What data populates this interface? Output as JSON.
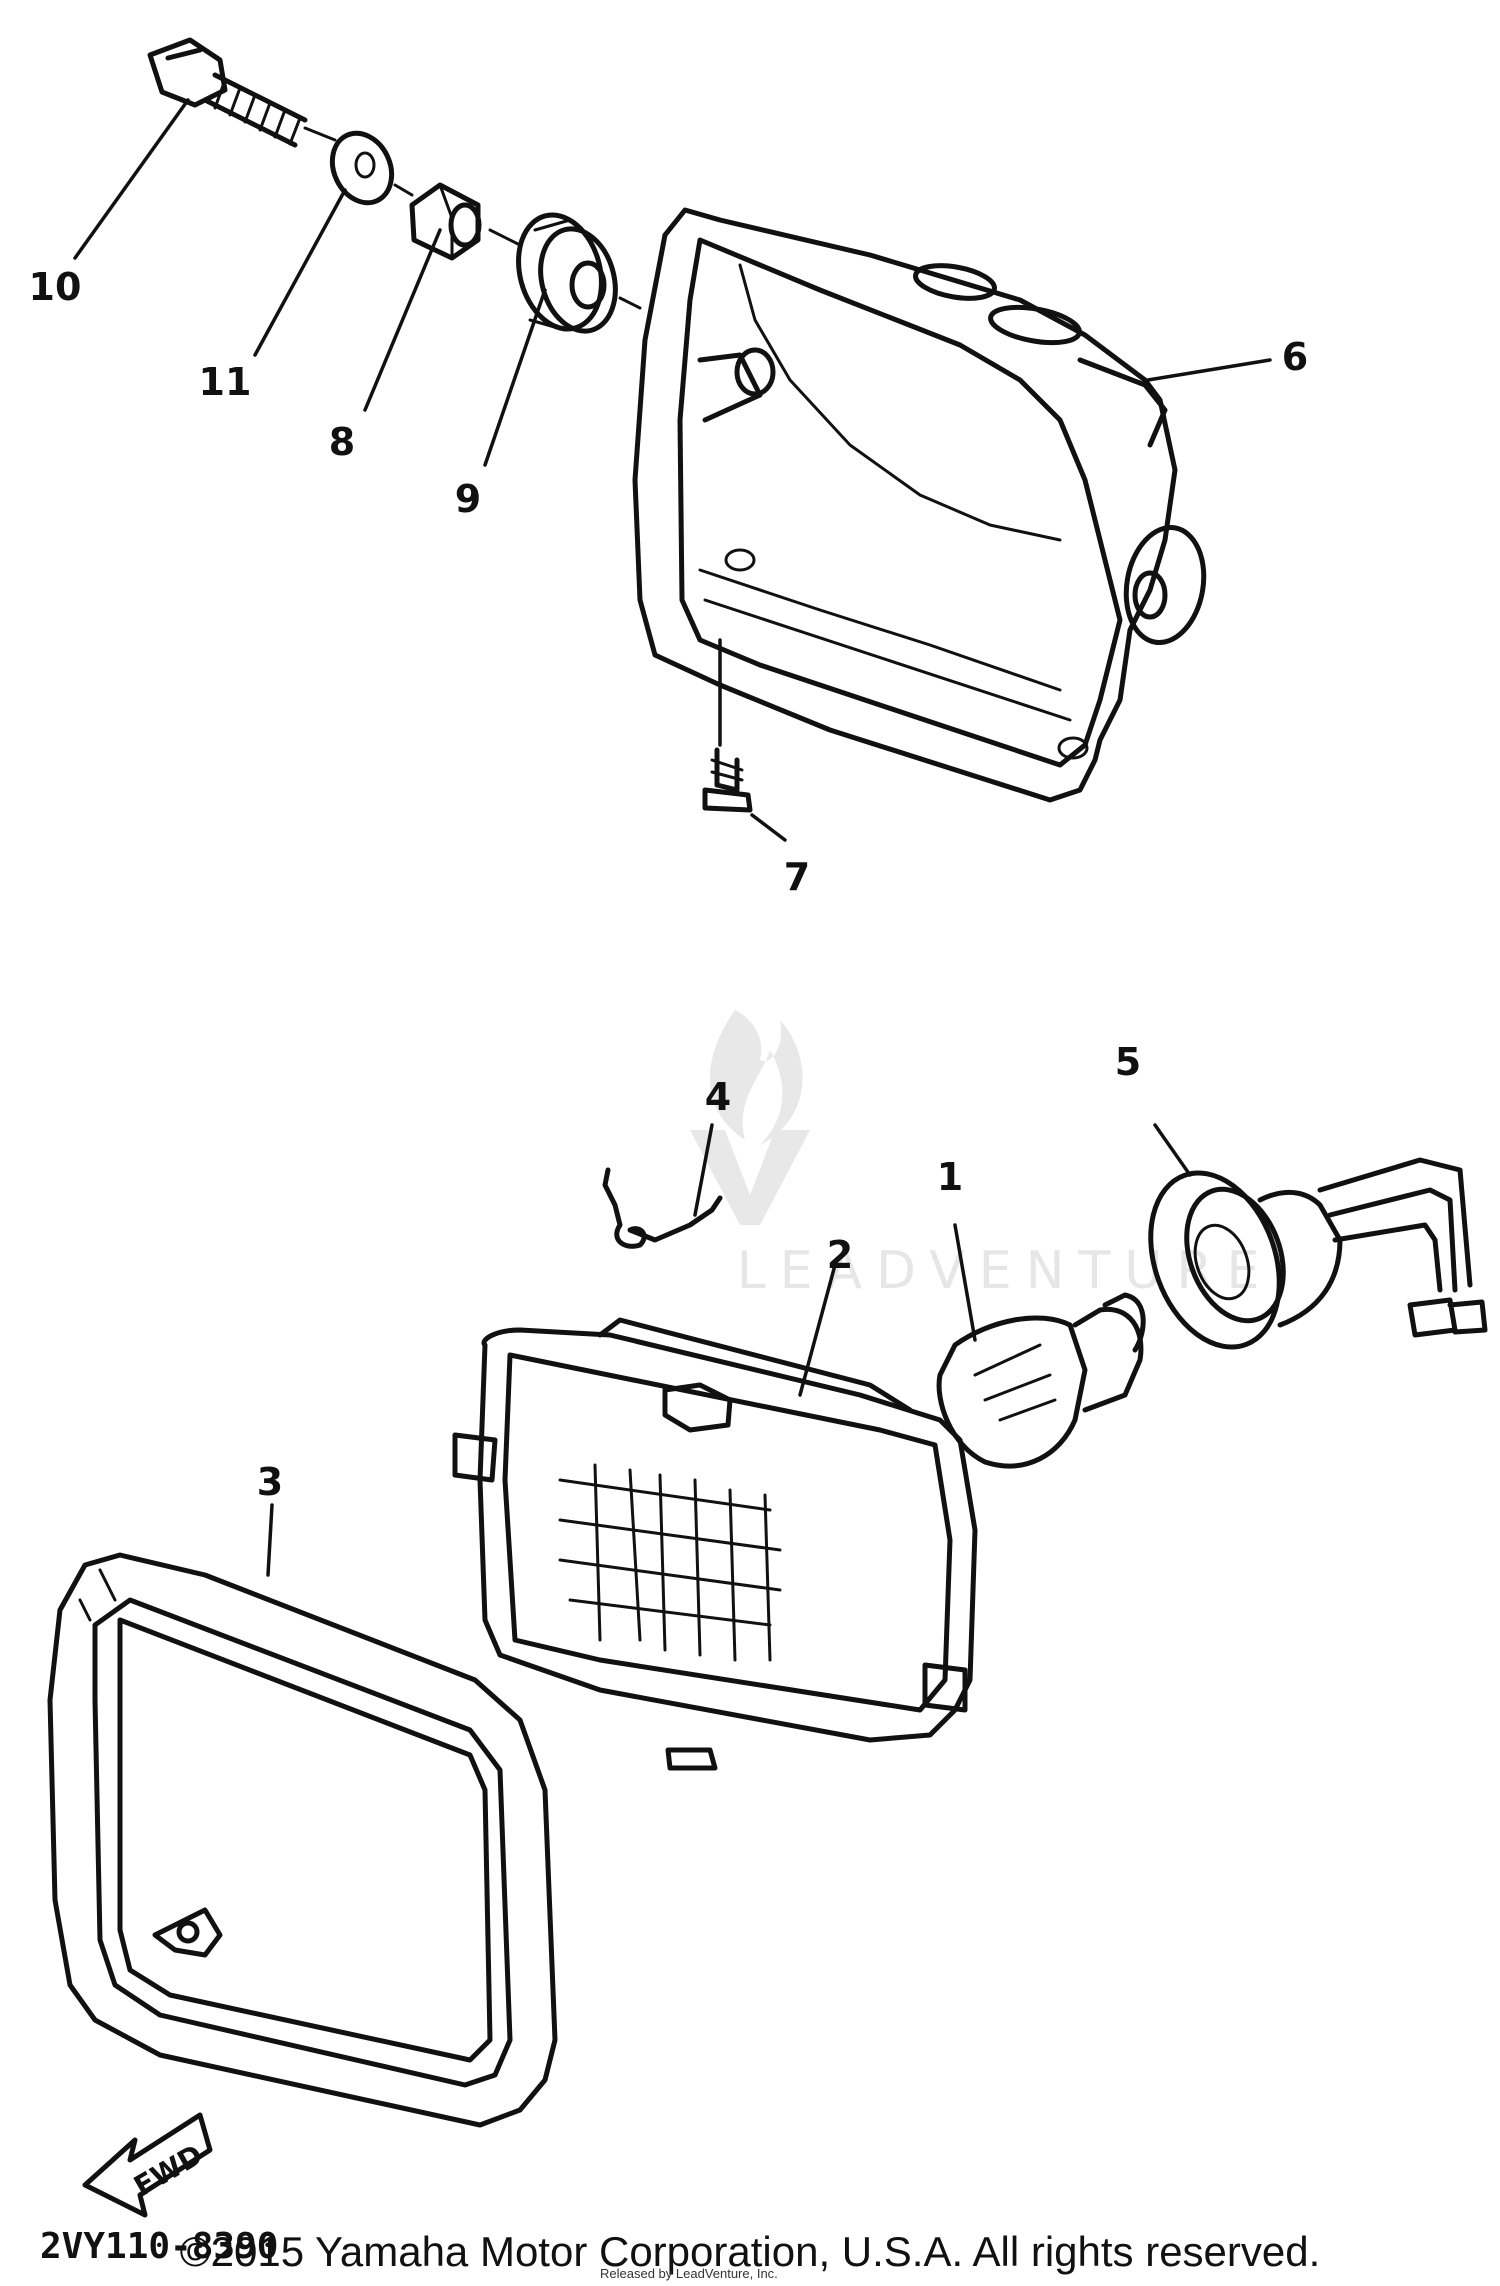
{
  "callouts": {
    "p1": "1",
    "p2": "2",
    "p3": "3",
    "p4": "4",
    "p5": "5",
    "p6": "6",
    "p7": "7",
    "p8": "8",
    "p9": "9",
    "p10": "10",
    "p11": "11"
  },
  "watermark": {
    "text": "LEADVENTURE"
  },
  "fwd_label": "FWD",
  "diagram_code": "2VY110-8390",
  "copyright": "©2015 Yamaha Motor Corporation, U.S.A. All rights reserved.",
  "release_note": "Released by LeadVenture, Inc."
}
